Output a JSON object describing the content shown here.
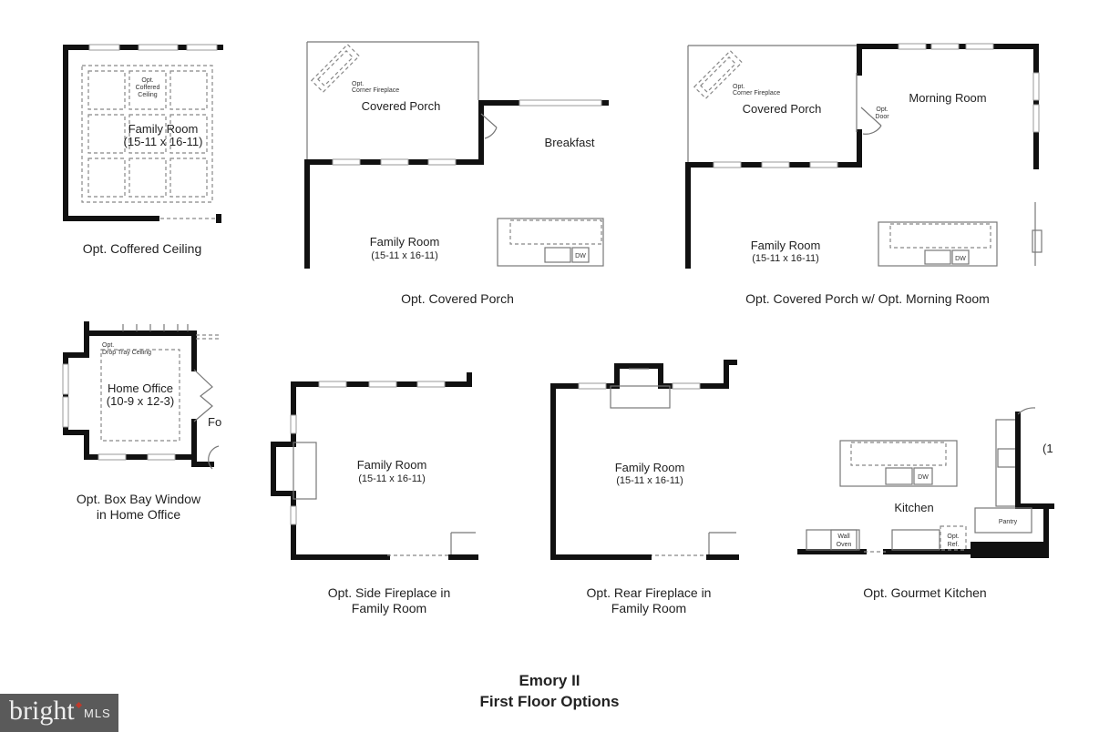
{
  "title": {
    "line1": "Emory II",
    "line2": "First Floor Options"
  },
  "logo": {
    "brand": "bright",
    "suffix": "MLS",
    "accent": "#c0392b"
  },
  "panels": {
    "coffered": {
      "caption": "Opt. Coffered Ceiling",
      "note": [
        "Opt.",
        "Coffered",
        "Ceiling"
      ],
      "room": "Family Room",
      "dims": "(15-11 x 16-11)"
    },
    "porch": {
      "caption": "Opt. Covered Porch",
      "note": [
        "Opt.",
        "Corner Fireplace"
      ],
      "porch": "Covered Porch",
      "breakfast": "Breakfast",
      "room": "Family Room",
      "dims": "(15-11 x 16-11)",
      "dw": "DW"
    },
    "morning": {
      "caption": "Opt. Covered Porch w/ Opt. Morning Room",
      "note": [
        "Opt.",
        "Corner Fireplace"
      ],
      "door": [
        "Opt.",
        "Door"
      ],
      "porch": "Covered Porch",
      "morning": "Morning Room",
      "room": "Family Room",
      "dims": "(15-11 x 16-11)",
      "dw": "DW"
    },
    "office": {
      "caption1": "Opt. Box Bay Window",
      "caption2": "in Home Office",
      "note": [
        "Opt.",
        "Drop Tray Ceiling"
      ],
      "room": "Home Office",
      "dims": "(10-9 x 12-3)",
      "partial": "Fo"
    },
    "side": {
      "caption1": "Opt. Side Fireplace in",
      "caption2": "Family Room",
      "room": "Family Room",
      "dims": "(15-11 x 16-11)"
    },
    "rear": {
      "caption1": "Opt. Rear Fireplace in",
      "caption2": "Family Room",
      "room": "Family Room",
      "dims": "(15-11 x 16-11)"
    },
    "kitchen": {
      "caption": "Opt. Gourmet Kitchen",
      "room": "Kitchen",
      "dw": "DW",
      "pantry": "Pantry",
      "oven": [
        "Wall",
        "Oven"
      ],
      "ref": [
        "Opt.",
        "Ref."
      ],
      "partial": "(1"
    }
  }
}
